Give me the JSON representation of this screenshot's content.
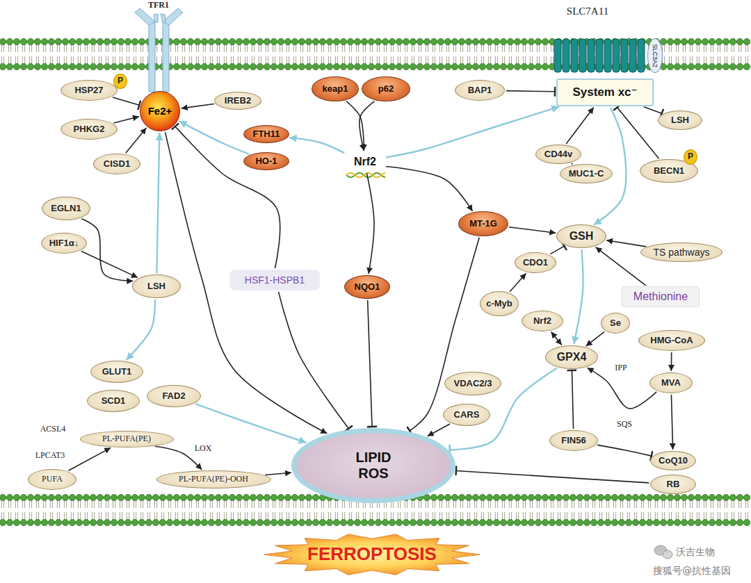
{
  "diagram": {
    "nodes": [
      {
        "text": [
          "HSP27"
        ]
      },
      {
        "text": [
          "P"
        ]
      },
      {
        "text": [
          "Fe2+"
        ]
      },
      {
        "text": [
          "IREB2"
        ]
      },
      {
        "text": [
          "PHKG2"
        ]
      },
      {
        "text": [
          "CISD1"
        ]
      },
      {
        "text": [
          "keap1"
        ]
      },
      {
        "text": [
          "p62"
        ]
      },
      {
        "text": [
          "FTH11"
        ]
      },
      {
        "text": [
          "HO-1"
        ]
      },
      {
        "text": [
          "Nrf2"
        ]
      },
      {
        "text": [
          "BAP1"
        ]
      },
      {
        "text": [
          "SLC3A2"
        ]
      },
      {
        "text": [
          "System xc⁻"
        ]
      },
      {
        "text": [
          "LSH"
        ]
      },
      {
        "text": [
          "CD44v"
        ]
      },
      {
        "text": [
          "MUC1-C"
        ]
      },
      {
        "text": [
          "BECN1"
        ]
      },
      {
        "text": [
          "P"
        ]
      },
      {
        "text": [
          "EGLN1"
        ]
      },
      {
        "text": [
          "HIF1α↓"
        ]
      },
      {
        "text": [
          "LSH"
        ]
      },
      {
        "text": [
          "HSF1-HSPB1"
        ]
      },
      {
        "text": [
          "MT-1G"
        ]
      },
      {
        "text": [
          "GSH"
        ]
      },
      {
        "text": [
          "TS pathways"
        ]
      },
      {
        "text": [
          "CDO1"
        ]
      },
      {
        "text": [
          "NQO1"
        ]
      },
      {
        "text": [
          "Methionine"
        ]
      },
      {
        "text": [
          "c-Myb"
        ]
      },
      {
        "text": [
          "Nrf2"
        ]
      },
      {
        "text": [
          "Se"
        ]
      },
      {
        "text": [
          "HMG-CoA"
        ]
      },
      {
        "text": [
          "GPX4"
        ]
      },
      {
        "text": [
          "MVA"
        ]
      },
      {
        "text": [
          "GLUT1"
        ]
      },
      {
        "text": [
          "SCD1"
        ]
      },
      {
        "text": [
          "FAD2"
        ]
      },
      {
        "text": [
          "VDAC2/3"
        ]
      },
      {
        "text": [
          "CARS"
        ]
      },
      {
        "text": [
          "FIN56"
        ]
      },
      {
        "text": [
          "CoQ10"
        ]
      },
      {
        "text": [
          "RB"
        ]
      },
      {
        "text": [
          "PL-PUFA(PE)"
        ]
      },
      {
        "text": [
          "PUFA"
        ]
      },
      {
        "text": [
          "PL-PUFA(PE)-OOH"
        ]
      },
      {
        "text": [
          "LIPID ROS"
        ]
      },
      {
        "text": [
          "FERROPTOSIS"
        ]
      }
    ],
    "edges": [
      {
        "from": 0,
        "to": 2,
        "arrow": "to"
      },
      {
        "from": 4,
        "to": 2,
        "arrow": "to"
      },
      {
        "from": 5,
        "to": 2,
        "arrow": "to"
      },
      {
        "from": 3,
        "to": 2,
        "arrow": "to"
      },
      {
        "from": 6,
        "to": 10,
        "arrow": "to"
      },
      {
        "from": 7,
        "to": 10,
        "arrow": "to"
      },
      {
        "from": 10,
        "to": 8,
        "arrow": "to"
      },
      {
        "from": 9,
        "to": 2,
        "arrow": "to"
      },
      {
        "from": 10,
        "to": 13,
        "arrow": "to"
      },
      {
        "from": 10,
        "to": 23,
        "arrow": "to"
      },
      {
        "from": 10,
        "to": 27,
        "arrow": "to"
      },
      {
        "from": 11,
        "to": 13,
        "arrow": "to"
      },
      {
        "from": 13,
        "to": 14,
        "arrow": "to"
      },
      {
        "from": 15,
        "to": 13,
        "arrow": "to"
      },
      {
        "from": 17,
        "to": 13,
        "arrow": "to"
      },
      {
        "from": 13,
        "to": 24,
        "arrow": "to"
      },
      {
        "from": 23,
        "to": 24,
        "arrow": "to"
      },
      {
        "from": 26,
        "to": 24,
        "arrow": "to"
      },
      {
        "from": 29,
        "to": 26,
        "arrow": "to"
      },
      {
        "from": 25,
        "to": 24,
        "arrow": "to"
      },
      {
        "from": 28,
        "to": 24,
        "arrow": "to"
      },
      {
        "from": 24,
        "to": 33,
        "arrow": "to"
      },
      {
        "from": 30,
        "to": 33,
        "arrow": "both"
      },
      {
        "from": 31,
        "to": 33,
        "arrow": "to"
      },
      {
        "from": 32,
        "to": 34,
        "arrow": "to"
      },
      {
        "from": 34,
        "to": 41,
        "arrow": "to"
      },
      {
        "from": 34,
        "to": 33,
        "arrow": "to"
      },
      {
        "from": 40,
        "to": 33,
        "arrow": "to"
      },
      {
        "from": 40,
        "to": 41,
        "arrow": "to"
      },
      {
        "from": 33,
        "to": 46,
        "arrow": "to"
      },
      {
        "from": 42,
        "to": 46,
        "arrow": "to"
      },
      {
        "from": 39,
        "to": 46,
        "arrow": "to"
      },
      {
        "from": 23,
        "to": 46,
        "arrow": "to"
      },
      {
        "from": 27,
        "to": 46,
        "arrow": "to"
      },
      {
        "from": 22,
        "to": 46,
        "arrow": "to"
      },
      {
        "from": 22,
        "to": 2,
        "arrow": "to"
      },
      {
        "from": 2,
        "to": 46,
        "arrow": "to"
      },
      {
        "from": 19,
        "to": 21,
        "arrow": "to"
      },
      {
        "from": 20,
        "to": 21,
        "arrow": "to"
      },
      {
        "from": 21,
        "to": 2,
        "arrow": "to"
      },
      {
        "from": 21,
        "to": 35,
        "arrow": "to"
      },
      {
        "from": 37,
        "to": 46,
        "arrow": "to"
      },
      {
        "from": 44,
        "to": 43,
        "arrow": "to"
      },
      {
        "from": 43,
        "to": 45,
        "arrow": "to"
      },
      {
        "from": 45,
        "to": 46,
        "arrow": "to"
      },
      {
        "from": 16,
        "to": 15,
        "arrow": "none"
      }
    ],
    "labels": [
      "TFR1",
      "SLC7A11",
      "ACSL4",
      "LPCAT3",
      "LOX",
      "IPP",
      "SQS",
      "沃吉生物",
      "搜狐号@抗性基因"
    ]
  }
}
